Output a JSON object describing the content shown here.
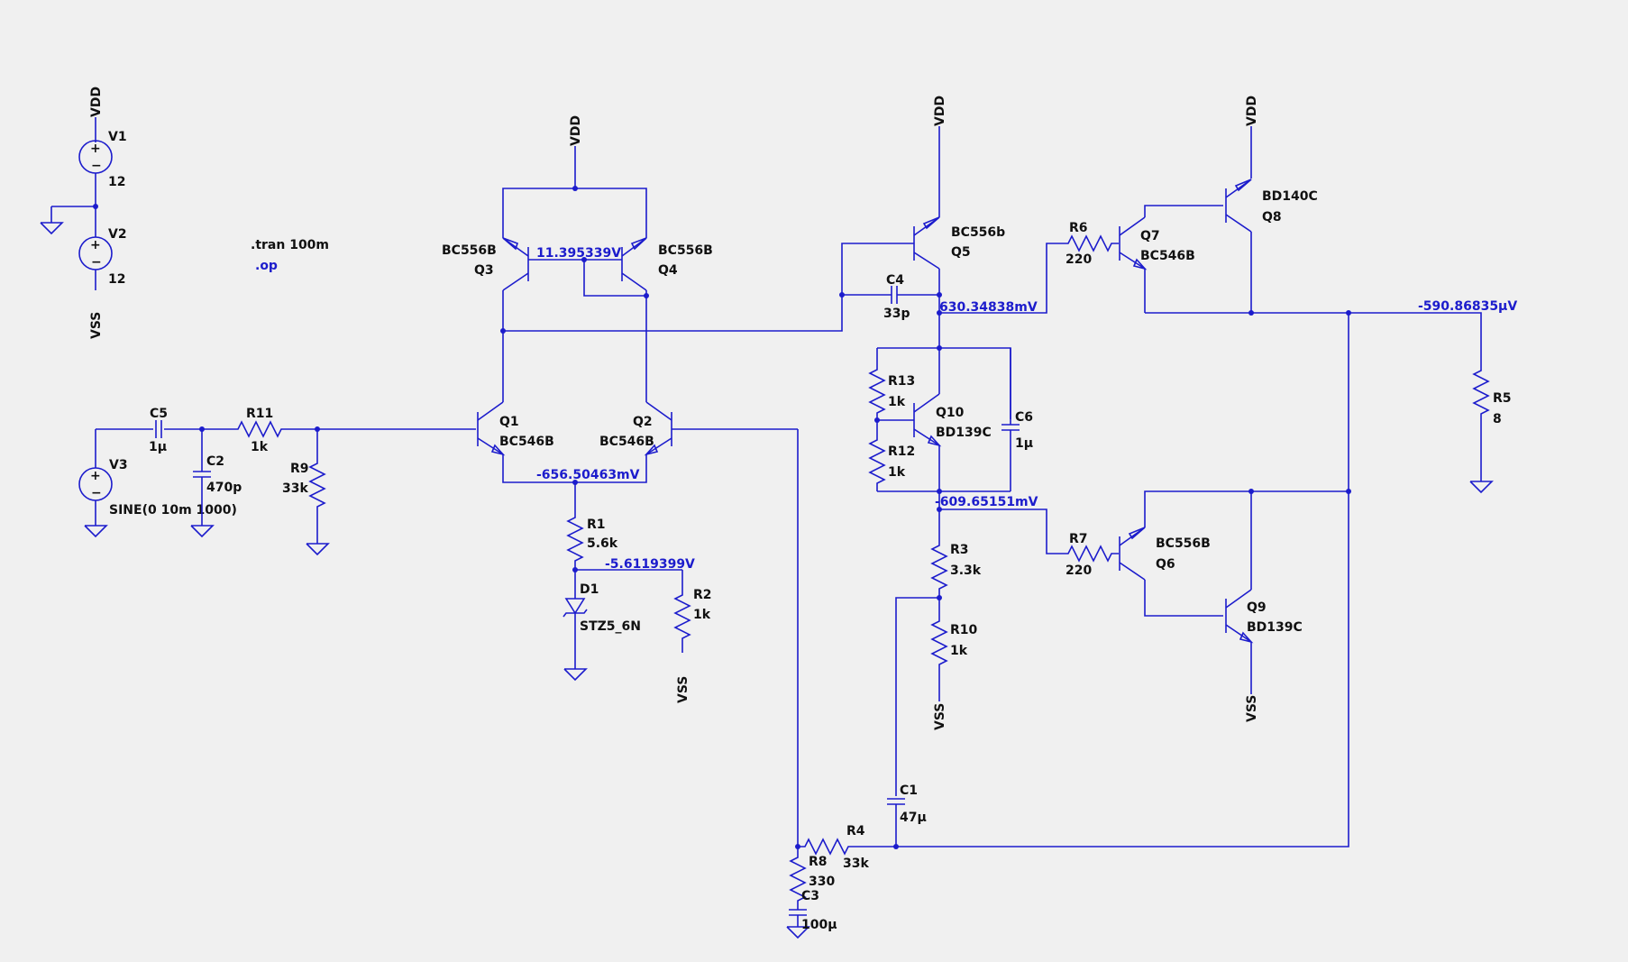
{
  "rails": {
    "vdd": "VDD",
    "vss": "VSS"
  },
  "directives": {
    "tran": ".tran 100m",
    "op": ".op"
  },
  "sources": [
    {
      "ref": "V1",
      "value": "12"
    },
    {
      "ref": "V2",
      "value": "12"
    },
    {
      "ref": "V3",
      "value": "SINE(0 10m 1000)"
    }
  ],
  "transistors": [
    {
      "ref": "Q1",
      "model": "BC546B"
    },
    {
      "ref": "Q2",
      "model": "BC546B"
    },
    {
      "ref": "Q3",
      "model": "BC556B"
    },
    {
      "ref": "Q4",
      "model": "BC556B"
    },
    {
      "ref": "Q5",
      "model": "BC556b"
    },
    {
      "ref": "Q6",
      "model": "BC556B"
    },
    {
      "ref": "Q7",
      "model": "BC546B"
    },
    {
      "ref": "Q8",
      "model": "BD140C"
    },
    {
      "ref": "Q9",
      "model": "BD139C"
    },
    {
      "ref": "Q10",
      "model": "BD139C"
    }
  ],
  "resistors": [
    {
      "ref": "R1",
      "value": "5.6k"
    },
    {
      "ref": "R2",
      "value": "1k"
    },
    {
      "ref": "R3",
      "value": "3.3k"
    },
    {
      "ref": "R4",
      "value": "33k"
    },
    {
      "ref": "R5",
      "value": "8"
    },
    {
      "ref": "R6",
      "value": "220"
    },
    {
      "ref": "R7",
      "value": "220"
    },
    {
      "ref": "R8",
      "value": "330"
    },
    {
      "ref": "R9",
      "value": "33k"
    },
    {
      "ref": "R10",
      "value": "1k"
    },
    {
      "ref": "R11",
      "value": "1k"
    },
    {
      "ref": "R12",
      "value": "1k"
    },
    {
      "ref": "R13",
      "value": "1k"
    }
  ],
  "capacitors": [
    {
      "ref": "C1",
      "value": "47µ"
    },
    {
      "ref": "C2",
      "value": "470p"
    },
    {
      "ref": "C3",
      "value": "100µ"
    },
    {
      "ref": "C4",
      "value": "33p"
    },
    {
      "ref": "C5",
      "value": "1µ"
    },
    {
      "ref": "C6",
      "value": "1µ"
    }
  ],
  "diodes": [
    {
      "ref": "D1",
      "model": "STZ5_6N"
    }
  ],
  "node_voltages": {
    "mirror": "11.395339V",
    "tail": "-656.50463mV",
    "zener": "-5.6119399V",
    "vas_top": "630.34838mV",
    "vas_bottom": "-609.65151mV",
    "output": "-590.86835µV"
  }
}
